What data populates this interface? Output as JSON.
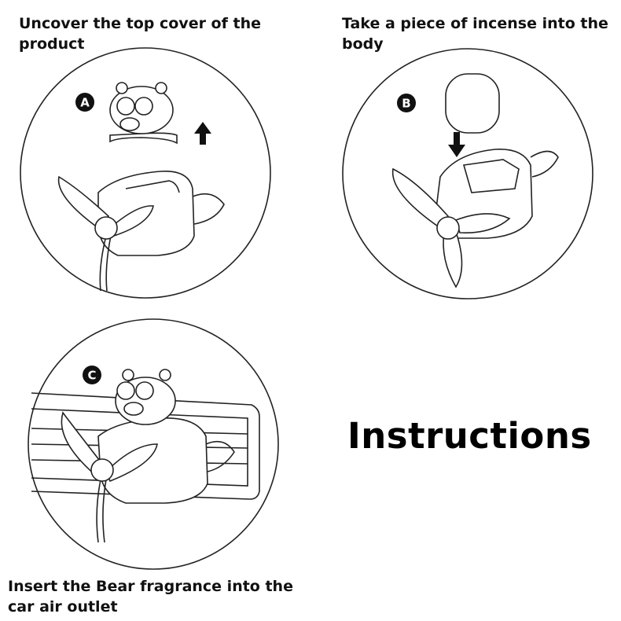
{
  "steps": [
    {
      "badge": "A",
      "caption": "Uncover the top cover of the product"
    },
    {
      "badge": "B",
      "caption": "Take a piece of incense into the body"
    },
    {
      "badge": "C",
      "caption": "Insert the Bear fragrance into the car air outlet"
    }
  ],
  "title": "Instructions"
}
